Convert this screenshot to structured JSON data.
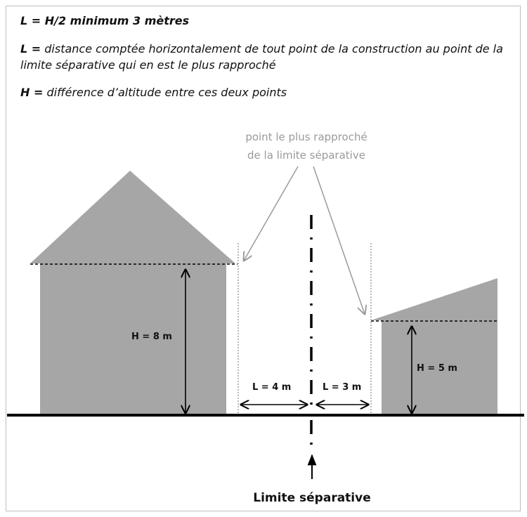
{
  "rules": {
    "rule1": {
      "text": "L = H/2 minimum 3 mètres"
    },
    "rule2": {
      "key": "L =",
      "text": " distance comptée horizontalement de tout point de la construction au point de la limite séparative qui en est le plus rapproché"
    },
    "rule3": {
      "key": "H =",
      "text": " différence d’altitude entre ces deux points"
    }
  },
  "diagram": {
    "note_line1": "point le plus rapproché",
    "note_line2": "de la limite séparative",
    "height_left": "H = 8 m",
    "height_right": "H = 5 m",
    "distance_left": "L = 4 m",
    "distance_right": "L = 3 m",
    "boundary_label": "Limite séparative",
    "colors": {
      "building": "#a6a6a6",
      "ink": "#000000",
      "note": "#9a9a9a"
    }
  }
}
